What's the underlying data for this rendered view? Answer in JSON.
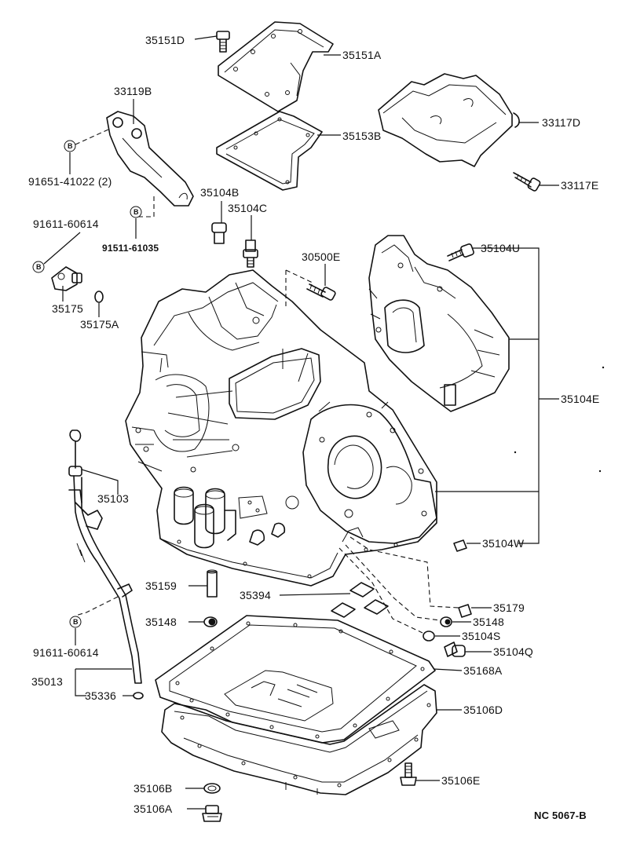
{
  "diagram": {
    "reference_code": "NC 5067-B",
    "bullet_marker": "B",
    "parts": {
      "p35151D": "35151D",
      "p35151A": "35151A",
      "p33119B": "33119B",
      "p35153B": "35153B",
      "p33117D": "33117D",
      "p91651": "91651-41022 (2)",
      "p35104B": "35104B",
      "p33117E": "33117E",
      "p35104C": "35104C",
      "p91611a": "91611-60614",
      "p91511": "91511-61035",
      "p30500E": "30500E",
      "p35104U": "35104U",
      "p35175": "35175",
      "p35175A": "35175A",
      "p35104E": "35104E",
      "p35103": "35103",
      "p35104W": "35104W",
      "p35159": "35159",
      "p35394": "35394",
      "p35179": "35179",
      "p35148a": "35148",
      "p35148b": "35148",
      "p35104S": "35104S",
      "p91611b": "91611-60614",
      "p35104Q": "35104Q",
      "p35168A": "35168A",
      "p35013": "35013",
      "p35336": "35336",
      "p35106D": "35106D",
      "p35106B": "35106B",
      "p35106E": "35106E",
      "p35106A": "35106A"
    }
  }
}
